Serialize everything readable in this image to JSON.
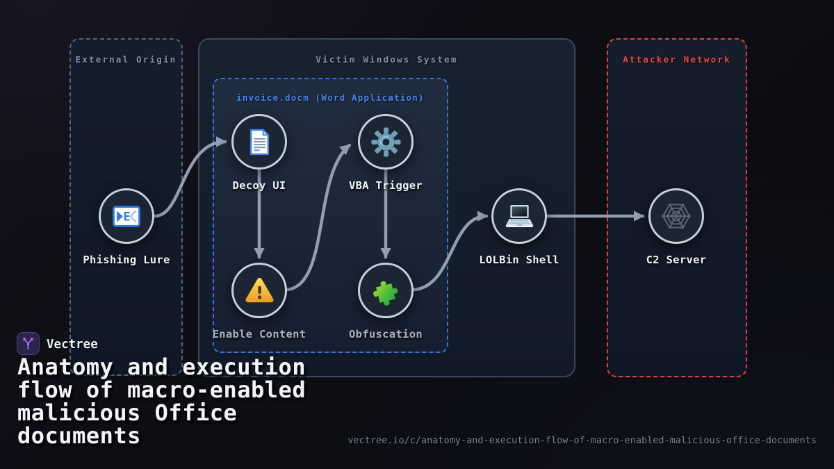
{
  "brand": {
    "name": "Vectree"
  },
  "title": {
    "lines": [
      "Anatomy and execution",
      "flow of macro-enabled",
      "malicious Office",
      "documents"
    ]
  },
  "footer": {
    "url": "vectree.io/c/anatomy-and-execution-flow-of-macro-enabled-malicious-office-documents"
  },
  "containers": {
    "external": {
      "label": "External Origin"
    },
    "victim": {
      "label": "Victim Windows System"
    },
    "invoice": {
      "label": "invoice.docm (Word Application)"
    },
    "attacker": {
      "label": "Attacker Network"
    }
  },
  "nodes": [
    {
      "id": "phishing-lure",
      "label": "Phishing Lure",
      "icon": "email-icon"
    },
    {
      "id": "decoy-ui",
      "label": "Decoy UI",
      "icon": "document-icon"
    },
    {
      "id": "vba-trigger",
      "label": "VBA Trigger",
      "icon": "gear-icon"
    },
    {
      "id": "enable-content",
      "label": "Enable Content",
      "icon": "warning-icon"
    },
    {
      "id": "obfuscation",
      "label": "Obfuscation",
      "icon": "puzzle-icon"
    },
    {
      "id": "lolbin-shell",
      "label": "LOLBin Shell",
      "icon": "laptop-icon"
    },
    {
      "id": "c2-server",
      "label": "C2 Server",
      "icon": "spiderweb-icon"
    }
  ],
  "edges": [
    {
      "from": "phishing-lure",
      "to": "decoy-ui"
    },
    {
      "from": "decoy-ui",
      "to": "enable-content"
    },
    {
      "from": "enable-content",
      "to": "vba-trigger"
    },
    {
      "from": "vba-trigger",
      "to": "obfuscation"
    },
    {
      "from": "obfuscation",
      "to": "lolbin-shell"
    },
    {
      "from": "lolbin-shell",
      "to": "c2-server"
    }
  ],
  "colors": {
    "accent_blue": "#3b74e8",
    "accent_red": "#e0413c",
    "edge_gray": "#98a6b8",
    "node_border": "#c7d1de",
    "label_bright": "#eef2f7",
    "label_muted": "#a9b1bd",
    "box_label_gray": "#8391a5",
    "warning_yellow": "#f8c factories"
  }
}
